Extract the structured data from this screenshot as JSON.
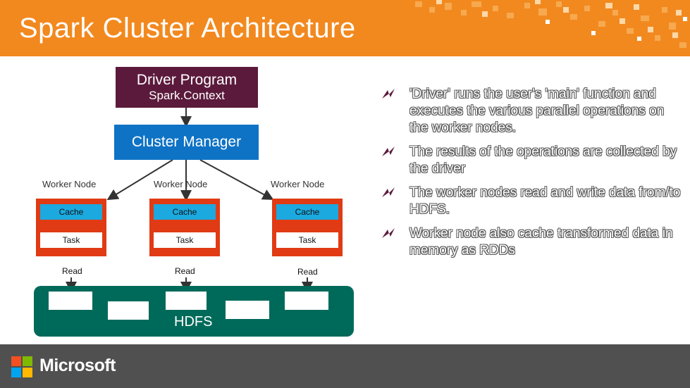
{
  "slide": {
    "title": "Spark Cluster Architecture"
  },
  "driver": {
    "title": "Driver Program",
    "subtitle": "Spark.Context"
  },
  "cluster_manager": {
    "label": "Cluster Manager"
  },
  "workers": [
    {
      "label": "Worker Node",
      "cache": "Cache",
      "task": "Task",
      "read": "Read"
    },
    {
      "label": "Worker Node",
      "cache": "Cache",
      "task": "Task",
      "read": "Read"
    },
    {
      "label": "Worker Node",
      "cache": "Cache",
      "task": "Task",
      "read": "Read"
    }
  ],
  "hdfs": {
    "label": "HDFS"
  },
  "bullets": [
    "'Driver' runs the user's 'main' function and executes the various parallel operations on the worker nodes.",
    "The results of the operations are collected by the driver",
    "The worker nodes read and write data from/to HDFS.",
    "Worker node also cache transformed data in memory as RDDs"
  ],
  "footer": {
    "brand": "Microsoft"
  },
  "colors": {
    "header": "#f2891f",
    "driver": "#5b1a3c",
    "cluster_manager": "#0f73c5",
    "worker": "#e03b14",
    "cache": "#1ba9e0",
    "hdfs": "#006a5a",
    "footer": "#505050"
  },
  "icons": {
    "bullet": "lightning-bullet-icon",
    "logo": "microsoft-logo-icon"
  }
}
